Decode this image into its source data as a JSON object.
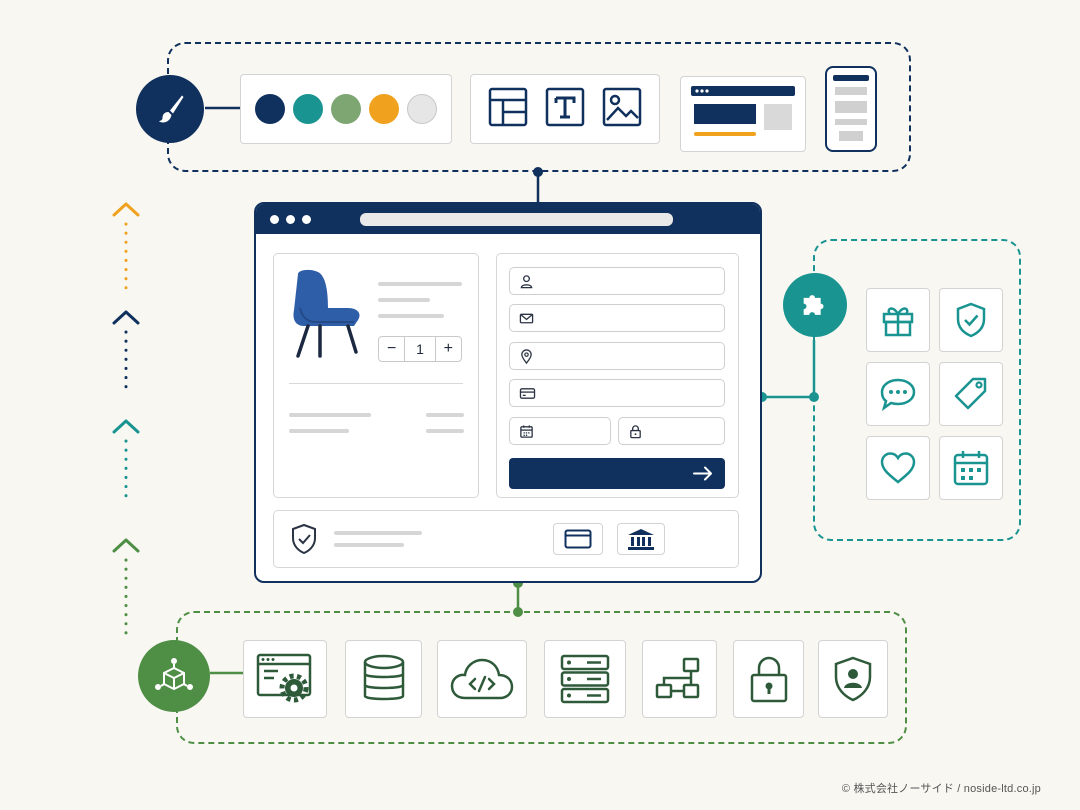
{
  "colors": {
    "navy": "#10305d",
    "teal": "#1a9490",
    "green": "#4e8f45",
    "gold": "#f0a21f",
    "sage": "#7ea673",
    "pale_gray": "#e6e6e6"
  },
  "design_section": {
    "badge_icon": "paintbrush-icon",
    "palette": [
      "#10305d",
      "#1a9490",
      "#7ea673",
      "#f0a21f",
      "#e6e6e6"
    ],
    "element_icons": [
      "layout-grid-icon",
      "text-icon",
      "image-icon"
    ],
    "previews": [
      "desktop-layout-preview",
      "mobile-layout-preview"
    ]
  },
  "checkout_mockup": {
    "product": {
      "image_icon": "chair-icon",
      "quantity": "1",
      "minus": "−",
      "plus": "+"
    },
    "form_field_icons": [
      "user-icon",
      "mail-icon",
      "location-pin-icon",
      "credit-card-icon"
    ],
    "split_field_icons": [
      "calendar-icon",
      "lock-icon"
    ],
    "submit_icon": "arrow-right-icon",
    "footer_icons": [
      "shield-check-icon",
      "credit-card-icon",
      "bank-icon"
    ]
  },
  "integrations_section": {
    "badge_icon": "puzzle-icon",
    "icons": [
      "gift-icon",
      "shield-check-icon",
      "chat-bubble-icon",
      "tag-icon",
      "heart-icon",
      "calendar-icon"
    ]
  },
  "backend_section": {
    "badge_icon": "cube-network-icon",
    "icons": [
      "browser-settings-icon",
      "database-icon",
      "cloud-code-icon",
      "server-rack-icon",
      "workflow-icon",
      "padlock-icon",
      "user-shield-icon"
    ]
  },
  "progress_arrows": [
    "#f0a21f",
    "#10305d",
    "#1a9490",
    "#4e8f45"
  ],
  "footer": {
    "copyright": "© 株式会社ノーサイド / noside-ltd.co.jp"
  }
}
